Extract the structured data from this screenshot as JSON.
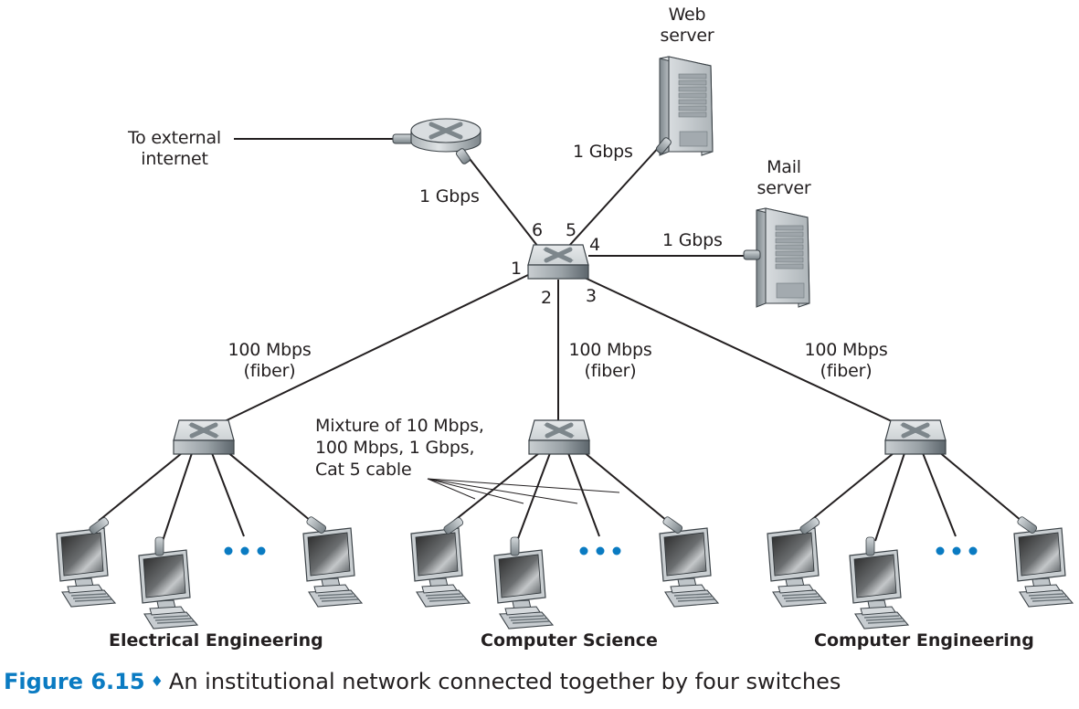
{
  "figure": {
    "number_label": "Figure 6.15",
    "separator_glyph": "♦",
    "caption": "An institutional network connected together by four switches"
  },
  "colors": {
    "accent": "#0a7bc2",
    "link": "#231f20",
    "text": "#231f20",
    "device_gray": "#b9bfc3"
  },
  "nodes": {
    "router": {
      "icon": "router-icon",
      "label_external": "To external\ninternet"
    },
    "core_switch": {
      "icon": "switch-icon",
      "ports": [
        "1",
        "2",
        "3",
        "4",
        "5",
        "6"
      ]
    },
    "web_server": {
      "icon": "server-icon",
      "label": "Web\nserver"
    },
    "mail_server": {
      "icon": "server-icon",
      "label": "Mail\nserver"
    },
    "departments": [
      {
        "name": "Electrical Engineering",
        "switch_icon": "switch-icon",
        "hosts": 3,
        "ellipsis": "•••"
      },
      {
        "name": "Computer Science",
        "switch_icon": "switch-icon",
        "hosts": 3,
        "ellipsis": "•••"
      },
      {
        "name": "Computer Engineering",
        "switch_icon": "switch-icon",
        "hosts": 3,
        "ellipsis": "•••"
      }
    ]
  },
  "links": {
    "router_to_switch": "1 Gbps",
    "web_server": "1 Gbps",
    "mail_server": "1 Gbps",
    "dept_uplinks": [
      {
        "speed": "100 Mbps",
        "medium": "(fiber)"
      },
      {
        "speed": "100 Mbps",
        "medium": "(fiber)"
      },
      {
        "speed": "100 Mbps",
        "medium": "(fiber)"
      }
    ],
    "host_links_note": [
      "Mixture of 10 Mbps,",
      "100 Mbps, 1 Gbps,",
      "Cat 5 cable"
    ]
  }
}
